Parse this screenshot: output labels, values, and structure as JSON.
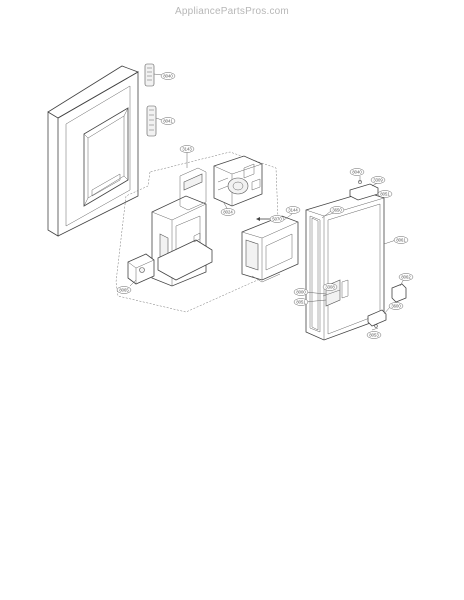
{
  "watermark": "AppliancePartsPros.com",
  "callouts": [
    {
      "id": "callout-8040",
      "label": "8040"
    },
    {
      "id": "callout-8041",
      "label": "8041"
    },
    {
      "id": "callout-3143",
      "label": "3143"
    },
    {
      "id": "callout-8024",
      "label": "8024"
    },
    {
      "id": "callout-8065",
      "label": "8065"
    },
    {
      "id": "callout-3144",
      "label": "3144"
    },
    {
      "id": "callout-5070",
      "label": "5070"
    },
    {
      "id": "callout-3650",
      "label": "3650"
    },
    {
      "id": "callout-8000",
      "label": "8000"
    },
    {
      "id": "callout-8051",
      "label": "8051"
    },
    {
      "id": "callout-3308",
      "label": "3308"
    },
    {
      "id": "callout-3309",
      "label": "3309"
    },
    {
      "id": "callout-8051b",
      "label": "8051"
    },
    {
      "id": "callout-8061",
      "label": "8061"
    },
    {
      "id": "callout-8062",
      "label": "8062"
    },
    {
      "id": "callout-3600",
      "label": "3600"
    },
    {
      "id": "callout-8053",
      "label": "8053"
    },
    {
      "id": "callout-8040b",
      "label": "8040"
    }
  ]
}
